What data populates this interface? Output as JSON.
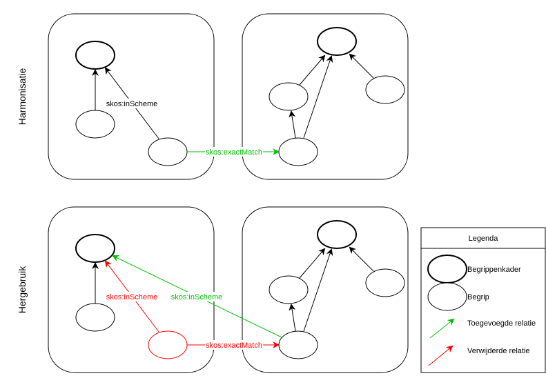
{
  "rows": [
    {
      "label": "Harmonisatie"
    },
    {
      "label": "Hergebruik"
    }
  ],
  "edges": {
    "inscheme_label": "skos:inScheme",
    "exactmatch_label": "skos:exactMatch"
  },
  "legend": {
    "title": "Legenda",
    "items": [
      {
        "label": "Begrippenkader",
        "icon": "thick-ellipse"
      },
      {
        "label": "Begrip",
        "icon": "thin-ellipse"
      },
      {
        "label": "Toegevoegde relatie",
        "icon": "green-arrow"
      },
      {
        "label": "Verwijderde relatie",
        "icon": "red-arrow"
      }
    ]
  },
  "colors": {
    "added": "#00c000",
    "removed": "#ff0000",
    "default": "#000000"
  }
}
